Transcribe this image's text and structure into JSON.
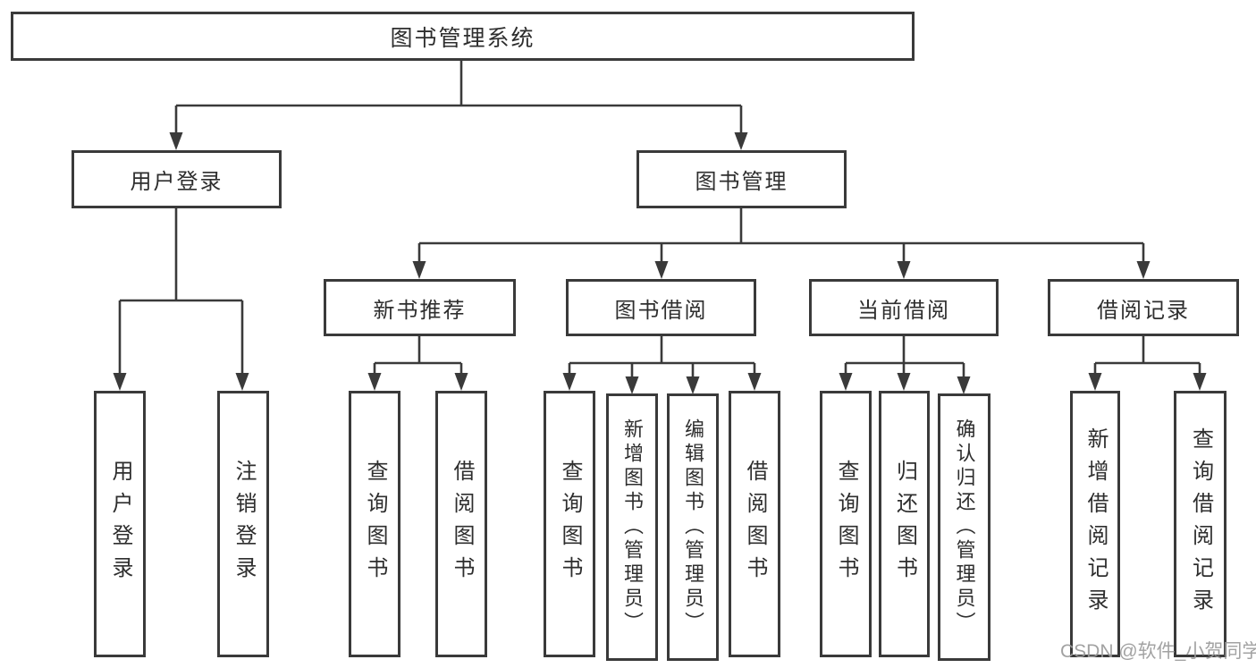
{
  "diagram_title": "图书管理系统",
  "nodes": {
    "root": "图书管理系统",
    "user_login": "用户登录",
    "book_mgmt": "图书管理",
    "new_book_rec": "新书推荐",
    "book_borrow": "图书借阅",
    "current_borrow": "当前借阅",
    "borrow_record": "借阅记录",
    "leaf_user_login": "用户登录",
    "leaf_logout": "注销登录",
    "leaf_query_book_1": "查询图书",
    "leaf_borrow_book_1": "借阅图书",
    "leaf_query_book_2": "查询图书",
    "leaf_add_book": "新增图书（管理员）",
    "leaf_edit_book": "编辑图书（管理员）",
    "leaf_borrow_book_2": "借阅图书",
    "leaf_query_book_3": "查询图书",
    "leaf_return_book": "归还图书",
    "leaf_confirm_return": "确认归还（管理员）",
    "leaf_add_borrow_record": "新增借阅记录",
    "leaf_query_borrow_record": "查询借阅记录"
  },
  "watermark": "CSDN @软件_小贺同学",
  "colors": {
    "line": "#3a3a3a",
    "text": "#2e2e2e",
    "background": "#ffffff",
    "watermark": "#9b9b9b"
  }
}
